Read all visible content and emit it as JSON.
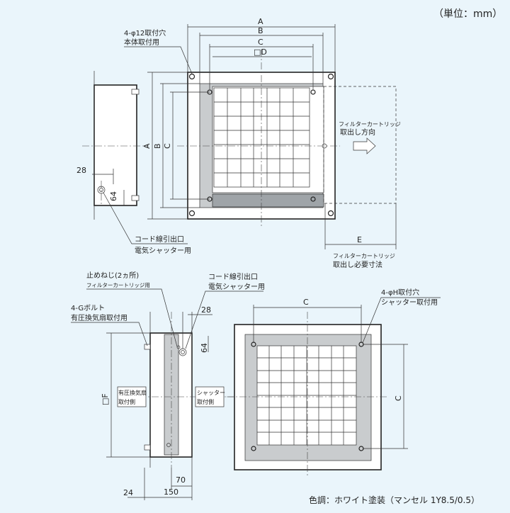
{
  "unit_note": "（単位：mm）",
  "dims": {
    "A": "A",
    "B": "B",
    "C": "C",
    "D": "□D",
    "E": "E",
    "F": "□F",
    "n28": "28",
    "n64": "64",
    "n24": "24",
    "n150": "150",
    "n70": "70"
  },
  "labels": {
    "mount_hole_1": "4-φ12取付穴",
    "mount_hole_2": "本体取付用",
    "filter_dir_1": "フィルターカートリッジ",
    "filter_dir_2": "取出し方向",
    "cord_1": "コード線引出口",
    "cord_2": "電気シャッター用",
    "filter_space_1": "フィルターカートリッジ",
    "filter_space_2": "取出し必要寸法",
    "stop_screw_1": "止めねじ(2ヵ所)",
    "stop_screw_2": "フィルターカートリッジ用",
    "bolt_1": "4-Gボルト",
    "bolt_2": "有圧換気扇取付用",
    "cord_b_1": "コード線引出口",
    "cord_b_2": "電気シャッター用",
    "shutter_hole_1": "4-φH取付穴",
    "shutter_hole_2": "シャッター取付用",
    "fan_side_1": "有圧換気扇",
    "fan_side_2": "取付側",
    "shutter_side_1": "シャッター",
    "shutter_side_2": "取付側"
  },
  "color_note": "色調：ホワイト塗装（マンセル 1Y8.5/0.5）"
}
